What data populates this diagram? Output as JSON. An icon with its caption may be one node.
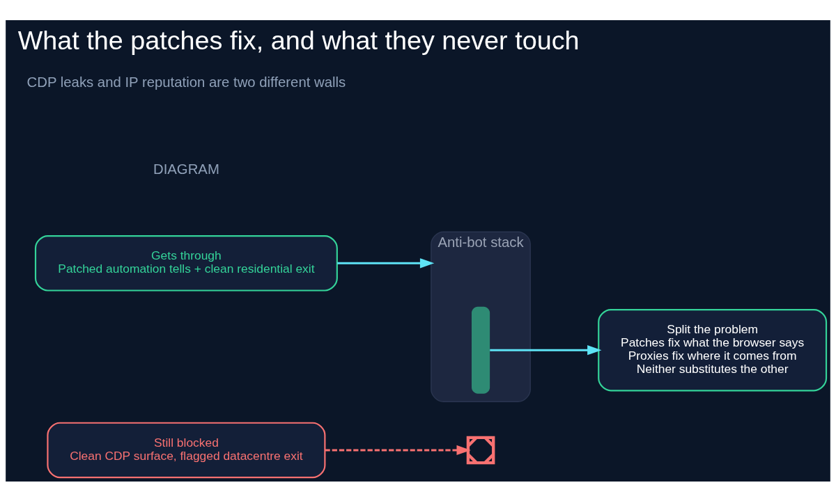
{
  "diagram": {
    "title": "What the patches fix, and what they never touch",
    "nodes": [
      {
        "text": [
          "Still blocked",
          "Clean CDP surface, flagged datacentre exit"
        ]
      },
      {
        "text": [
          "Gets through",
          "Patched automation tells + clean residential exit"
        ]
      },
      {
        "text": [
          "Anti-bot stack"
        ]
      },
      {
        "text": [],
        "shape": "cross"
      },
      {
        "text": [],
        "shape": "bar",
        "in": 2
      },
      {
        "text": [
          "Split the problem",
          "Patches fix what the browser says",
          "Proxies fix where it comes from",
          "Neither substitutes the other"
        ]
      }
    ],
    "edges": [
      {
        "from": 0,
        "to": 3,
        "arrow": "to",
        "style": "dashed",
        "color": "#f87171"
      },
      {
        "from": 4,
        "to": 5,
        "arrow": "to"
      },
      {
        "from": 1,
        "to": 2,
        "arrow": "to"
      }
    ],
    "labels": [
      "DIAGRAM",
      "CDP leaks and IP reputation are two different walls"
    ]
  }
}
